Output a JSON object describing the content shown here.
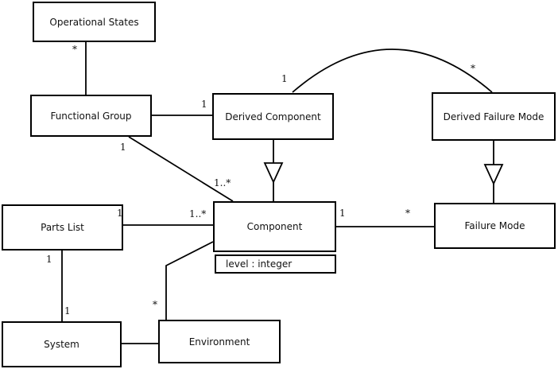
{
  "diagram": {
    "type": "uml-class-diagram",
    "colors": {
      "line": "#000000",
      "text": "#111111",
      "background": "#ffffff"
    },
    "classes": [
      {
        "name": "Operational States"
      },
      {
        "name": "Functional Group"
      },
      {
        "name": "Derived Component"
      },
      {
        "name": "Derived Failure Mode"
      },
      {
        "name": "Parts List"
      },
      {
        "name": "Component",
        "attributes": [
          "level : integer"
        ]
      },
      {
        "name": "Failure Mode"
      },
      {
        "name": "System"
      },
      {
        "name": "Environment"
      }
    ],
    "labels": [
      {
        "text": "*",
        "edge": "operational-states--functional-group",
        "end": "operational-states"
      },
      {
        "text": "1",
        "edge": "functional-group--derived-component",
        "end": "derived-component"
      },
      {
        "text": "1",
        "edge": "derived-component--derived-failure-mode",
        "end": "derived-component"
      },
      {
        "text": "*",
        "edge": "derived-component--derived-failure-mode",
        "end": "derived-failure-mode"
      },
      {
        "text": "1",
        "edge": "functional-group--component",
        "end": "functional-group"
      },
      {
        "text": "1..*",
        "edge": "functional-group--component",
        "end": "component"
      },
      {
        "text": "1",
        "edge": "parts-list--component",
        "end": "parts-list"
      },
      {
        "text": "1..*",
        "edge": "parts-list--component",
        "end": "component"
      },
      {
        "text": "1",
        "edge": "component--failure-mode",
        "end": "component"
      },
      {
        "text": "*",
        "edge": "component--failure-mode",
        "end": "failure-mode"
      },
      {
        "text": "1",
        "edge": "parts-list--system",
        "end": "parts-list"
      },
      {
        "text": "1",
        "edge": "parts-list--system",
        "end": "system"
      },
      {
        "text": "*",
        "edge": "component--environment",
        "end": "environment"
      }
    ],
    "connections": [
      {
        "from": "Operational States",
        "to": "Functional Group",
        "kind": "association"
      },
      {
        "from": "Functional Group",
        "to": "Derived Component",
        "kind": "association"
      },
      {
        "from": "Derived Component",
        "to": "Derived Failure Mode",
        "kind": "association",
        "style": "arc"
      },
      {
        "from": "Derived Component",
        "to": "Component",
        "kind": "generalization"
      },
      {
        "from": "Derived Failure Mode",
        "to": "Failure Mode",
        "kind": "generalization"
      },
      {
        "from": "Functional Group",
        "to": "Component",
        "kind": "association"
      },
      {
        "from": "Parts List",
        "to": "Component",
        "kind": "association"
      },
      {
        "from": "Component",
        "to": "Failure Mode",
        "kind": "association"
      },
      {
        "from": "Parts List",
        "to": "System",
        "kind": "association"
      },
      {
        "from": "System",
        "to": "Environment",
        "kind": "association"
      },
      {
        "from": "Component",
        "to": "Environment",
        "kind": "association",
        "style": "elbow"
      }
    ]
  }
}
